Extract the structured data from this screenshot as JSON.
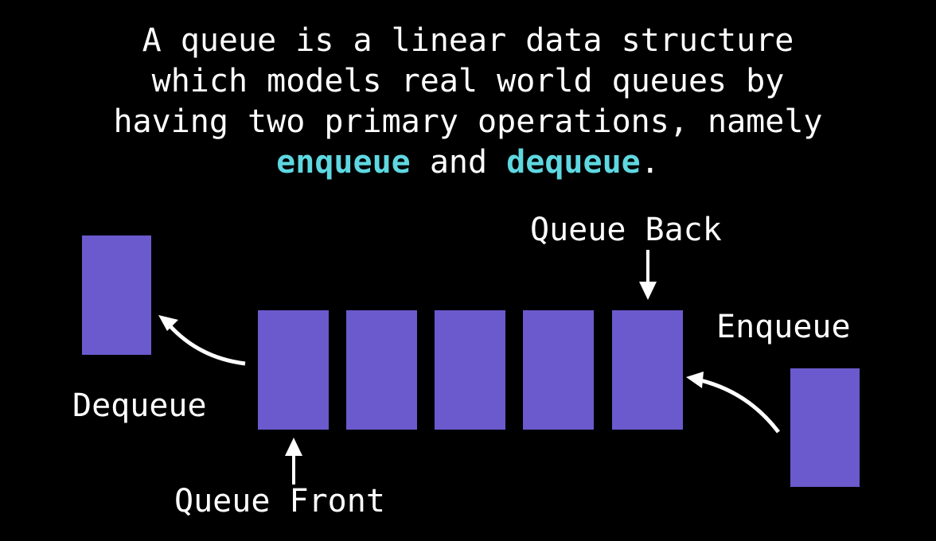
{
  "description": {
    "line1": "A queue is a linear data structure",
    "line2": "which models real world queues by",
    "line3": "having two primary operations, namely",
    "op_enqueue": "enqueue",
    "joiner": " and ",
    "op_dequeue": "dequeue",
    "end": "."
  },
  "labels": {
    "queue_back": "Queue Back",
    "queue_front": "Queue Front",
    "enqueue": "Enqueue",
    "dequeue": "Dequeue"
  },
  "queue": {
    "item_count": 5
  },
  "colors": {
    "background": "#000000",
    "text": "#ffffff",
    "highlight": "#5fd7e0",
    "box_fill": "#6a5acd"
  }
}
